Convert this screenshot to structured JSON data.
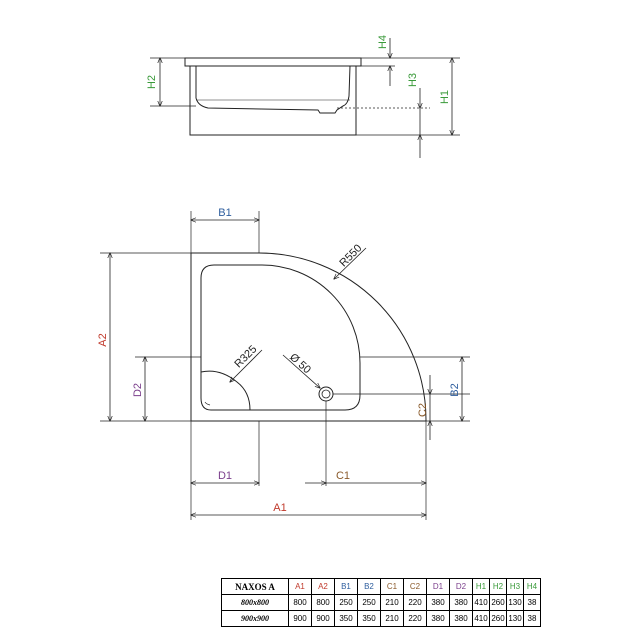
{
  "colors": {
    "A": "#c0392b",
    "B": "#2e5e9e",
    "C": "#8a5a2b",
    "D": "#7b3f8c",
    "H": "#3a9a3a",
    "line": "#222222"
  },
  "labels": {
    "h1": "H1",
    "h2": "H2",
    "h3": "H3",
    "h4": "H4",
    "a1": "A1",
    "a2": "A2",
    "b1": "B1",
    "b2": "B2",
    "c1": "C1",
    "c2": "C2",
    "d1": "D1",
    "d2": "D2",
    "r550": "R550",
    "r325": "R325",
    "d50": "Ø 50"
  },
  "table": {
    "model": "NAXOS A",
    "headers": [
      "A1",
      "A2",
      "B1",
      "B2",
      "C1",
      "C2",
      "D1",
      "D2",
      "H1",
      "H2",
      "H3",
      "H4"
    ],
    "header_colors": [
      "A",
      "A",
      "B",
      "B",
      "C",
      "C",
      "D",
      "D",
      "H",
      "H",
      "H",
      "H"
    ],
    "rows": [
      {
        "size": "800x800",
        "values": [
          "800",
          "800",
          "250",
          "250",
          "210",
          "220",
          "380",
          "380",
          "410",
          "260",
          "130",
          "38"
        ]
      },
      {
        "size": "900x900",
        "values": [
          "900",
          "900",
          "350",
          "350",
          "210",
          "220",
          "380",
          "380",
          "410",
          "260",
          "130",
          "38"
        ]
      }
    ]
  }
}
